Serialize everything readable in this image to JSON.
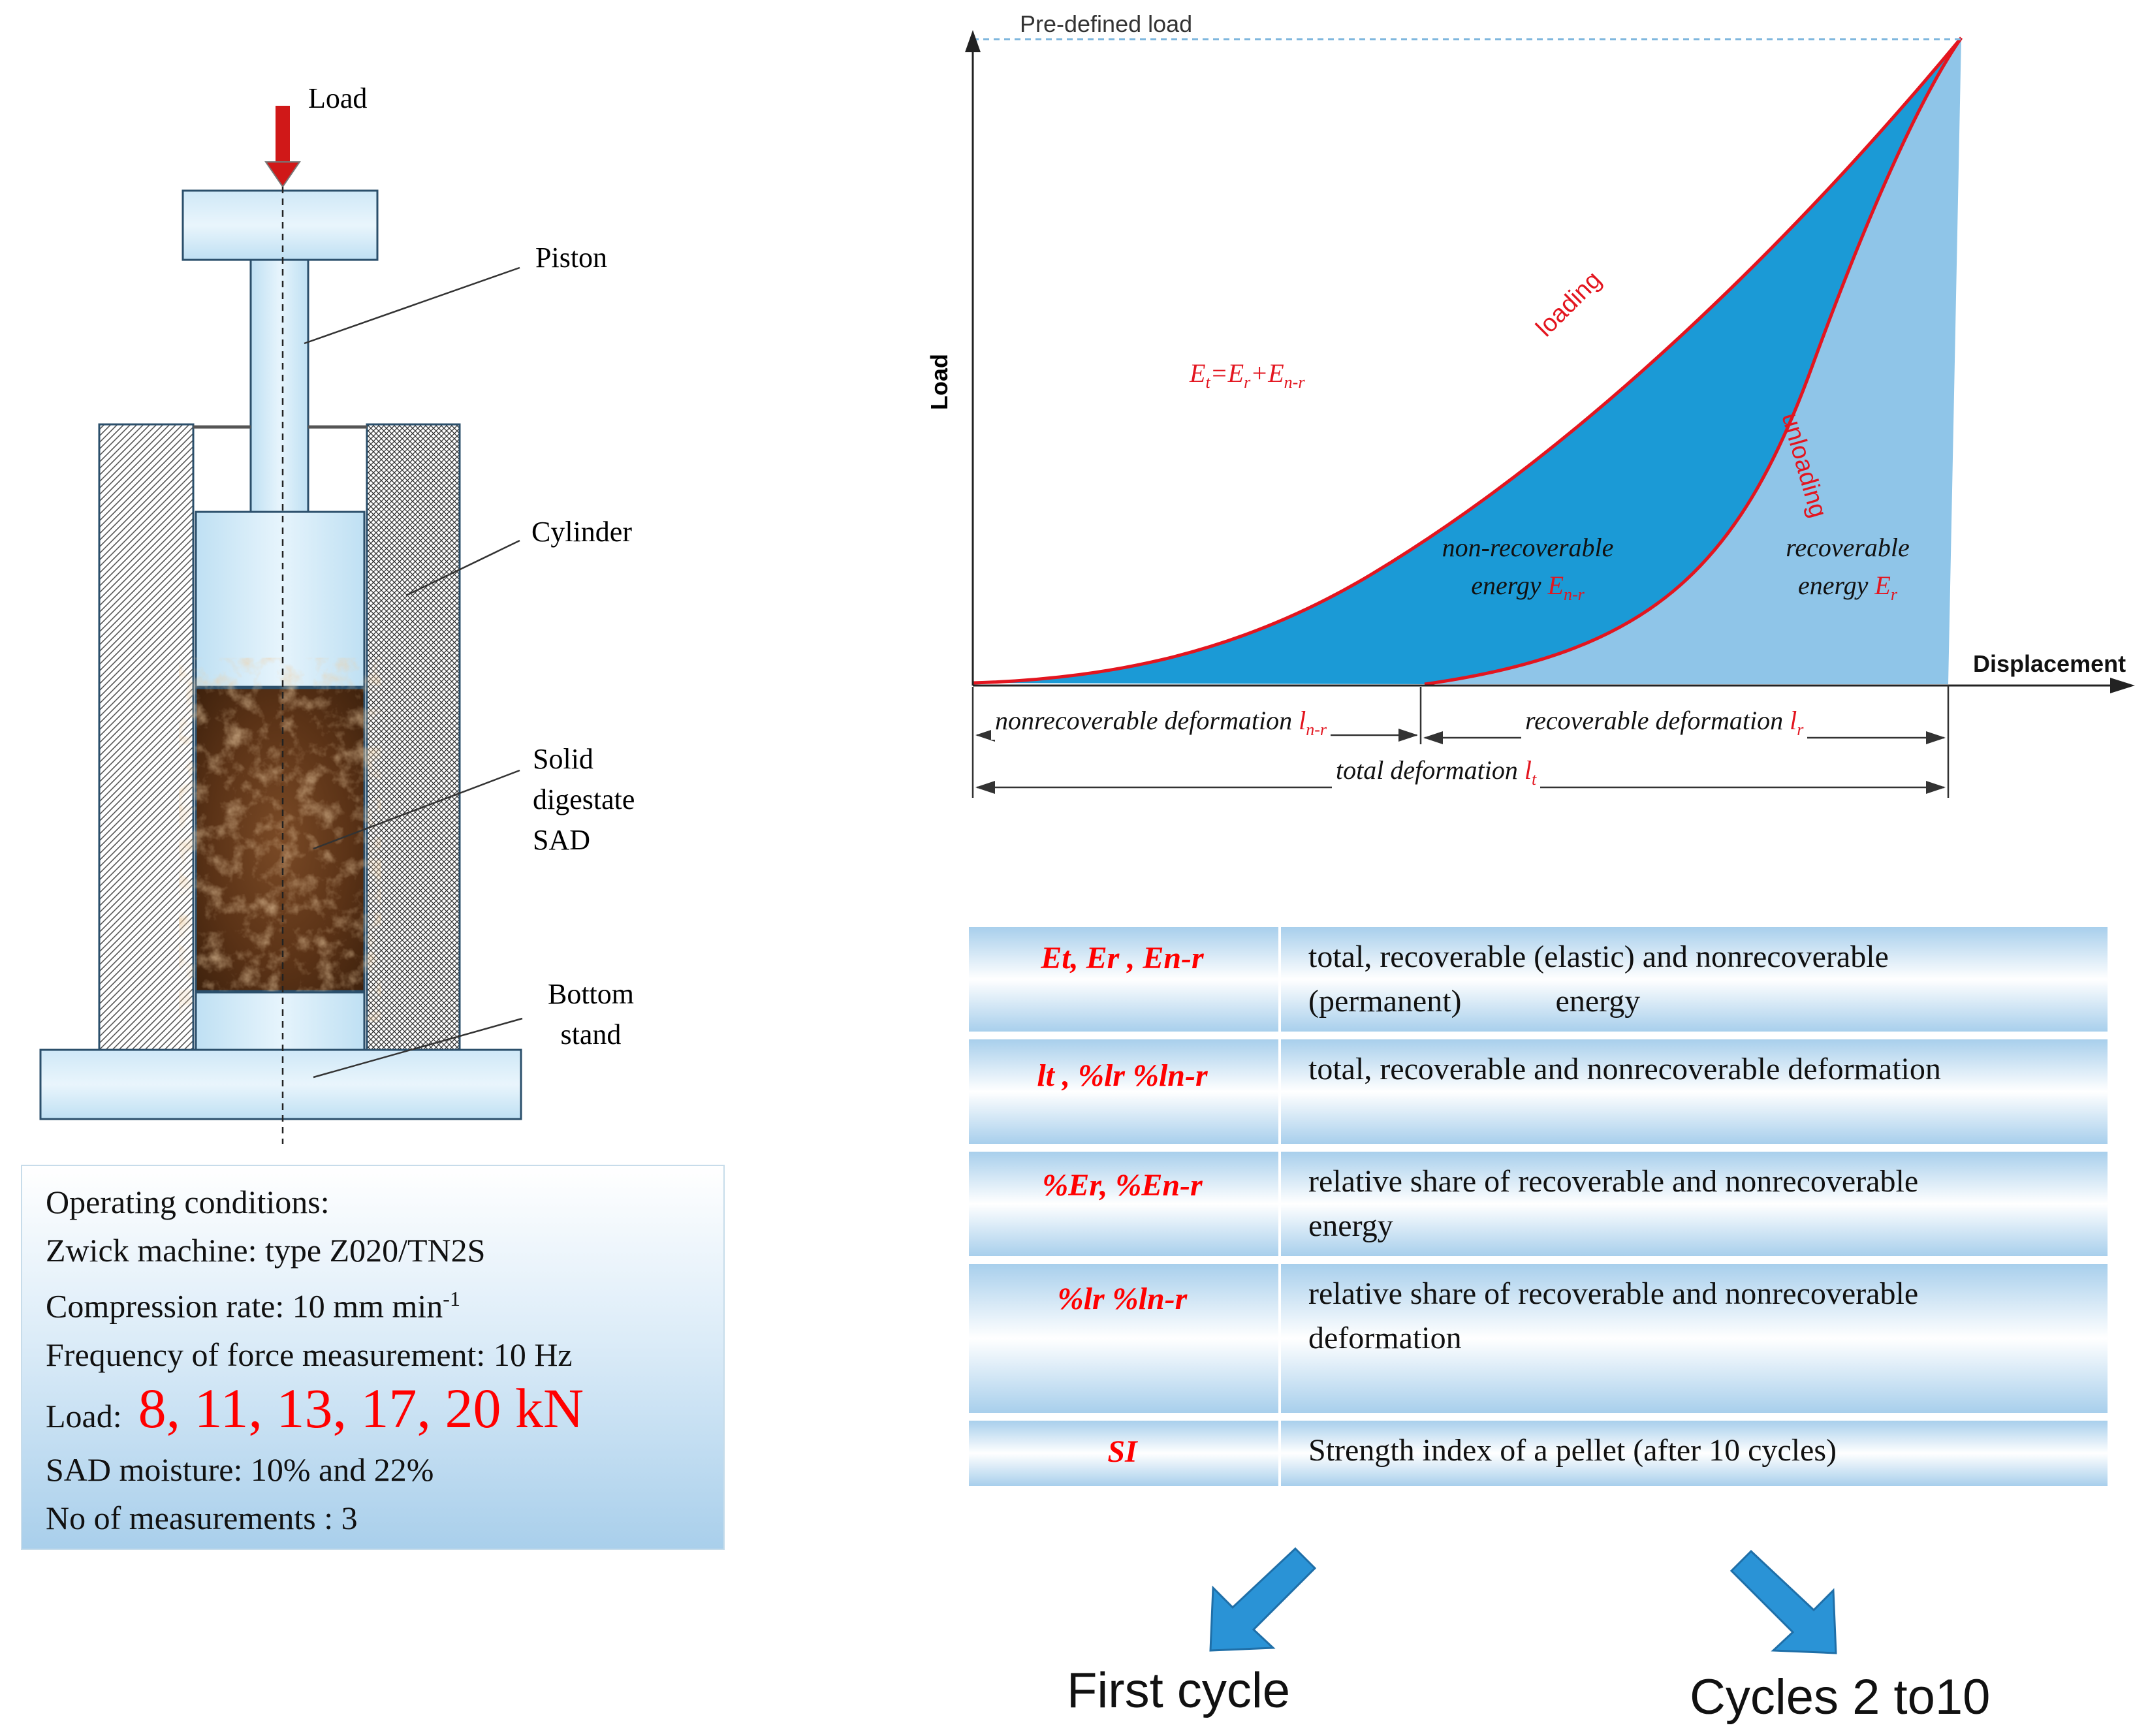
{
  "apparatus": {
    "labels": {
      "load": "Load",
      "piston": "Piston",
      "cylinder": "Cylinder",
      "sample": [
        "Solid",
        "digestate",
        "SAD"
      ],
      "bottom": [
        "Bottom",
        "stand"
      ]
    }
  },
  "operating_conditions": {
    "heading": "Operating conditions:",
    "machine": "Zwick machine: type Z020/TN2S",
    "rate_prefix": "Compression rate:  10 mm min",
    "rate_exp": "-1",
    "frequency": "Frequency of force measurement: 10 Hz",
    "load_prefix": "Load:",
    "load_values": "8, 11, 13, 17, 20 kN",
    "moisture": "SAD moisture: 10% and 22%",
    "measurements": "No of measurements : 3"
  },
  "graph": {
    "predefined_load": "Pre-defined load",
    "y_axis": "Load",
    "x_axis": "Displacement",
    "loading": "loading",
    "unloading": "unloading",
    "equation": {
      "E": "E",
      "t": "t",
      "eq": "=",
      "r": "r",
      "plus": "+",
      "nr": "n-r"
    },
    "nonrecoverable_area": [
      "non-recoverable",
      "energy"
    ],
    "recoverable_area": [
      "recoverable",
      "energy"
    ],
    "dim_nonrecoverable": "nonrecoverable deformation",
    "dim_recoverable": "recoverable deformation",
    "dim_total": "total deformation",
    "sub_l": "l",
    "sub_t": "t",
    "sub_r": "r",
    "sub_nr": "n-r"
  },
  "table": {
    "rows": [
      {
        "symbol": "Et, Er , En-r",
        "desc": [
          "total, recoverable (elastic) and nonrecoverable",
          "(permanent)            energy"
        ]
      },
      {
        "symbol": "lt , %lr  %ln-r",
        "desc": [
          "total, recoverable and nonrecoverable deformation"
        ]
      },
      {
        "symbol": "%Er, %En-r",
        "desc": [
          "relative share of recoverable and nonrecoverable",
          "energy"
        ]
      },
      {
        "symbol": "%lr  %ln-r",
        "desc": [
          "relative share of recoverable and nonrecoverable",
          "deformation"
        ]
      },
      {
        "symbol": "SI",
        "desc": [
          "Strength index of a pellet (after 10 cycles)"
        ]
      }
    ]
  },
  "bottom": {
    "first": "First cycle",
    "rest": "Cycles 2 to10"
  },
  "colors": {
    "dark_fill": "#1b9ad6",
    "light_fill": "#8fc5e8",
    "curve": "#e3151f",
    "accent": "#ff0000",
    "apparatus": "#c5e3f5",
    "arrow": "#2a93d6"
  }
}
